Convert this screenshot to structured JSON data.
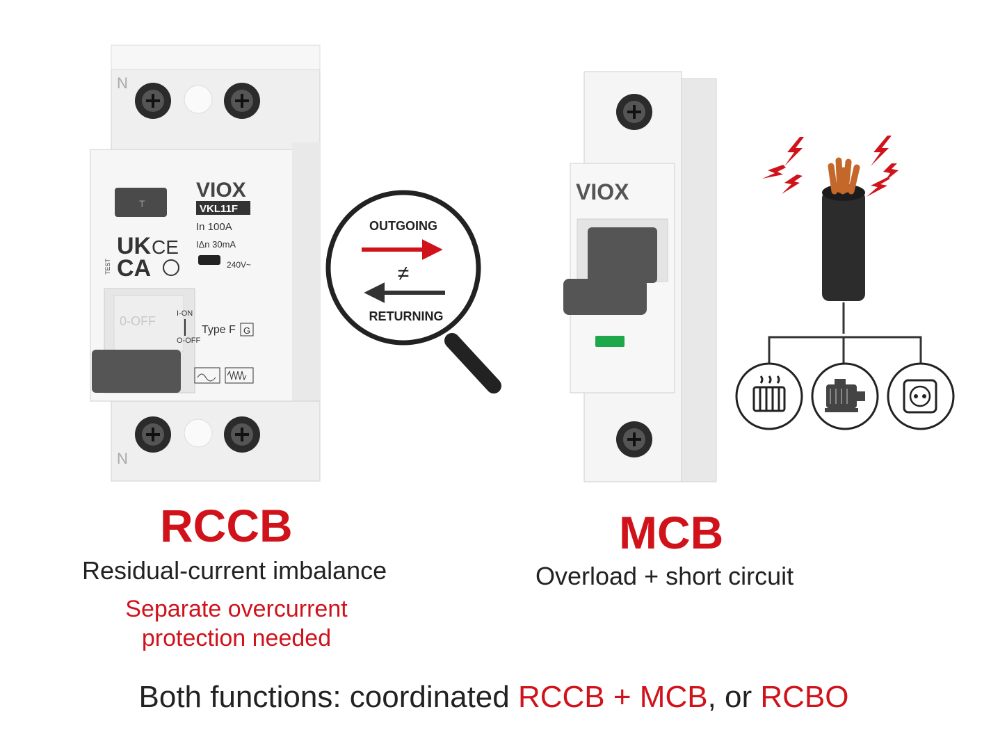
{
  "rccb": {
    "device_labels": {
      "pole_top": "N",
      "pole_bottom": "N",
      "test_button": "T",
      "brand": "VIOX",
      "model": "VKL11F",
      "rated_current": "In 100A",
      "residual_current": "IΔn 30mA",
      "voltage": "240V~",
      "mark_uk": "UK",
      "mark_ce": "CE",
      "mark_ca": "CA",
      "test_label": "TEST",
      "handle_state": "0-OFF",
      "on_label": "I-ON",
      "off_label": "O-OFF",
      "type": "Type F",
      "type_badge": "G"
    },
    "title": "RCCB",
    "subtitle": "Residual-current imbalance",
    "note_line1": "Separate overcurrent",
    "note_line2": "protection needed"
  },
  "magnifier": {
    "outgoing": "OUTGOING",
    "not_equal": "≠",
    "returning": "RETURNING"
  },
  "mcb": {
    "brand": "VIOX",
    "title": "MCB",
    "subtitle": "Overload + short circuit"
  },
  "bottom": {
    "part1": "Both functions: coordinated ",
    "part2": "RCCB + MCB",
    "part3": ", or ",
    "part4": "RCBO"
  },
  "colors": {
    "accent_red": "#d0121b",
    "indicator_green": "#1ea84a",
    "device_body": "#f4f4f4",
    "handle_gray": "#555555"
  },
  "icons": [
    "screw-icon",
    "lightning-icon",
    "cable-icon",
    "radiator-icon",
    "motor-icon",
    "socket-icon",
    "magnifier-icon"
  ]
}
